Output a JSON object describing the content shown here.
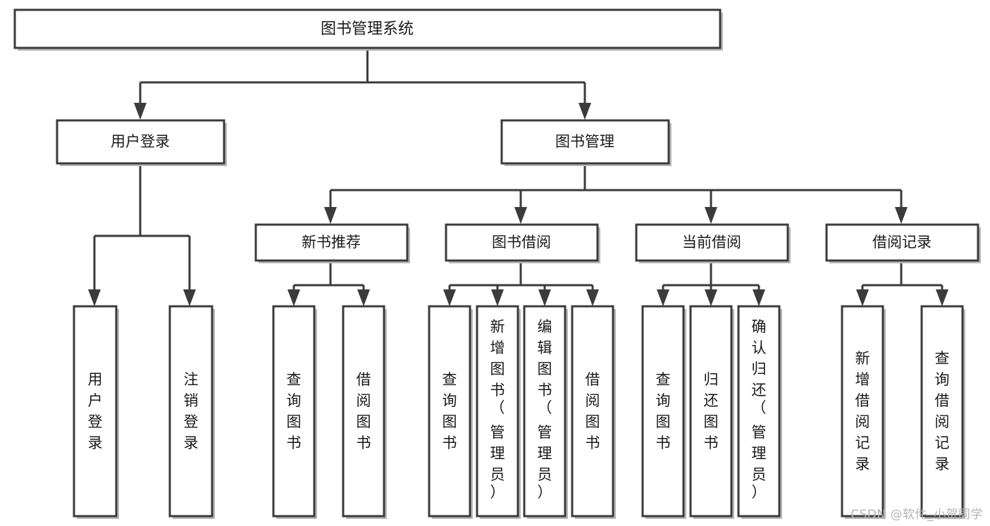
{
  "diagram": {
    "type": "tree",
    "title": "图书管理系统",
    "root": {
      "id": "root",
      "label": "图书管理系统"
    },
    "level1": [
      {
        "id": "user-login",
        "label": "用户登录"
      },
      {
        "id": "book-management",
        "label": "图书管理"
      }
    ],
    "level2": [
      {
        "id": "new-book-recommend",
        "label": "新书推荐",
        "parent": "book-management"
      },
      {
        "id": "book-borrow",
        "label": "图书借阅",
        "parent": "book-management"
      },
      {
        "id": "current-borrow",
        "label": "当前借阅",
        "parent": "book-management"
      },
      {
        "id": "borrow-record",
        "label": "借阅记录",
        "parent": "book-management"
      }
    ],
    "leaves": {
      "user-login": [
        {
          "id": "leaf-user-login",
          "label": "用户登录"
        },
        {
          "id": "leaf-user-logout",
          "label": "注销登录"
        }
      ],
      "new-book-recommend": [
        {
          "id": "leaf-query-book-1",
          "label": "查询图书"
        },
        {
          "id": "leaf-borrow-book-1",
          "label": "借阅图书"
        }
      ],
      "book-borrow": [
        {
          "id": "leaf-query-book-2",
          "label": "查询图书"
        },
        {
          "id": "leaf-add-book",
          "label": "新增图书（管理员）"
        },
        {
          "id": "leaf-edit-book",
          "label": "编辑图书（管理员）"
        },
        {
          "id": "leaf-borrow-book-2",
          "label": "借阅图书"
        }
      ],
      "current-borrow": [
        {
          "id": "leaf-query-book-3",
          "label": "查询图书"
        },
        {
          "id": "leaf-return-book",
          "label": "归还图书"
        },
        {
          "id": "leaf-confirm-return",
          "label": "确认归还（管理员）"
        }
      ],
      "borrow-record": [
        {
          "id": "leaf-add-record",
          "label": "新增借阅记录"
        },
        {
          "id": "leaf-query-record",
          "label": "查询借阅记录"
        }
      ]
    }
  },
  "watermark": {
    "text": "CSDN @软件_小贺同学"
  },
  "colors": {
    "box_stroke": "#3b3b3b",
    "box_fill": "#ffffff",
    "connector": "#3b3b3b",
    "text": "#1a1a1a",
    "watermark": "#b4b4b4",
    "background": "#ffffff"
  }
}
